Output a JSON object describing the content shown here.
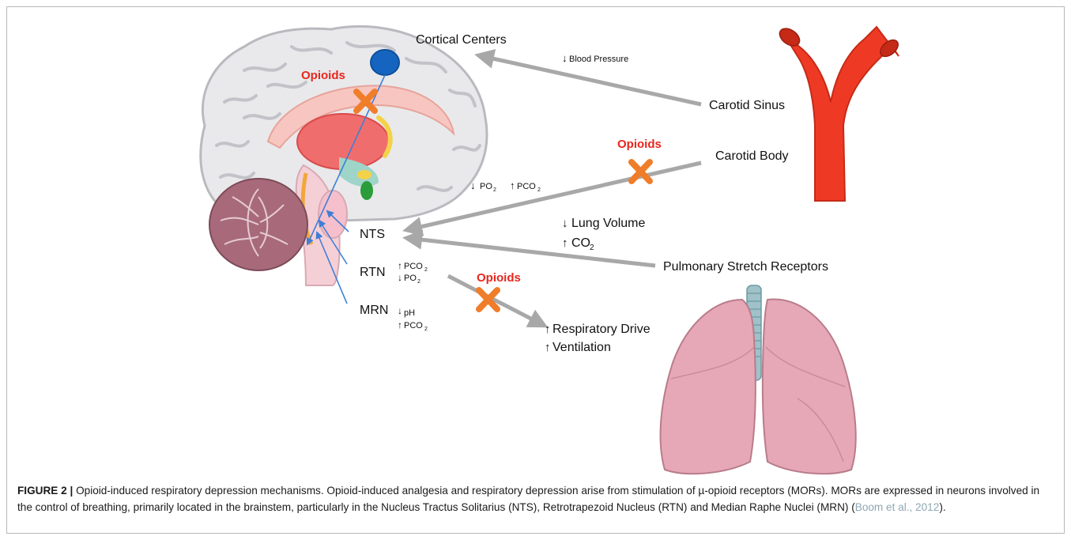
{
  "diagram": {
    "labels": {
      "cortical_centers": "Cortical Centers",
      "blood_pressure": "Blood Pressure",
      "carotid_sinus": "Carotid Sinus",
      "carotid_body": "Carotid Body",
      "po2": "PO",
      "pco2": "PCO",
      "subscript_2": "2",
      "lung_volume": "Lung Volume",
      "co2": "CO",
      "pulmonary_stretch_receptors": "Pulmonary Stretch Receptors",
      "nts": "NTS",
      "rtn": "RTN",
      "mrn": "MRN",
      "ph": "pH",
      "respiratory_drive": "Respiratory Drive",
      "ventilation": "Ventilation",
      "opioids": "Opioids"
    },
    "colors": {
      "opioid_text": "#e8261d",
      "block_cross": "#f07d2a",
      "arrow_gray": "#a8a8a8",
      "brain_arrow": "#3f7fd6",
      "artery": "#ee3a24",
      "lung": "#e6a8b6"
    }
  },
  "caption": {
    "figure_label": "FIGURE 2 |",
    "text": "Opioid-induced respiratory depression mechanisms. Opioid-induced analgesia and respiratory depression arise from stimulation of µ-opioid receptors (MORs). MORs are expressed in neurons involved in the control of breathing, primarily located in the brainstem, particularly in the Nucleus Tractus Solitarius (NTS), Retrotrapezoid Nucleus (RTN) and Median Raphe Nuclei (MRN) (",
    "citation": "Boom et al., 2012",
    "tail": ")."
  }
}
